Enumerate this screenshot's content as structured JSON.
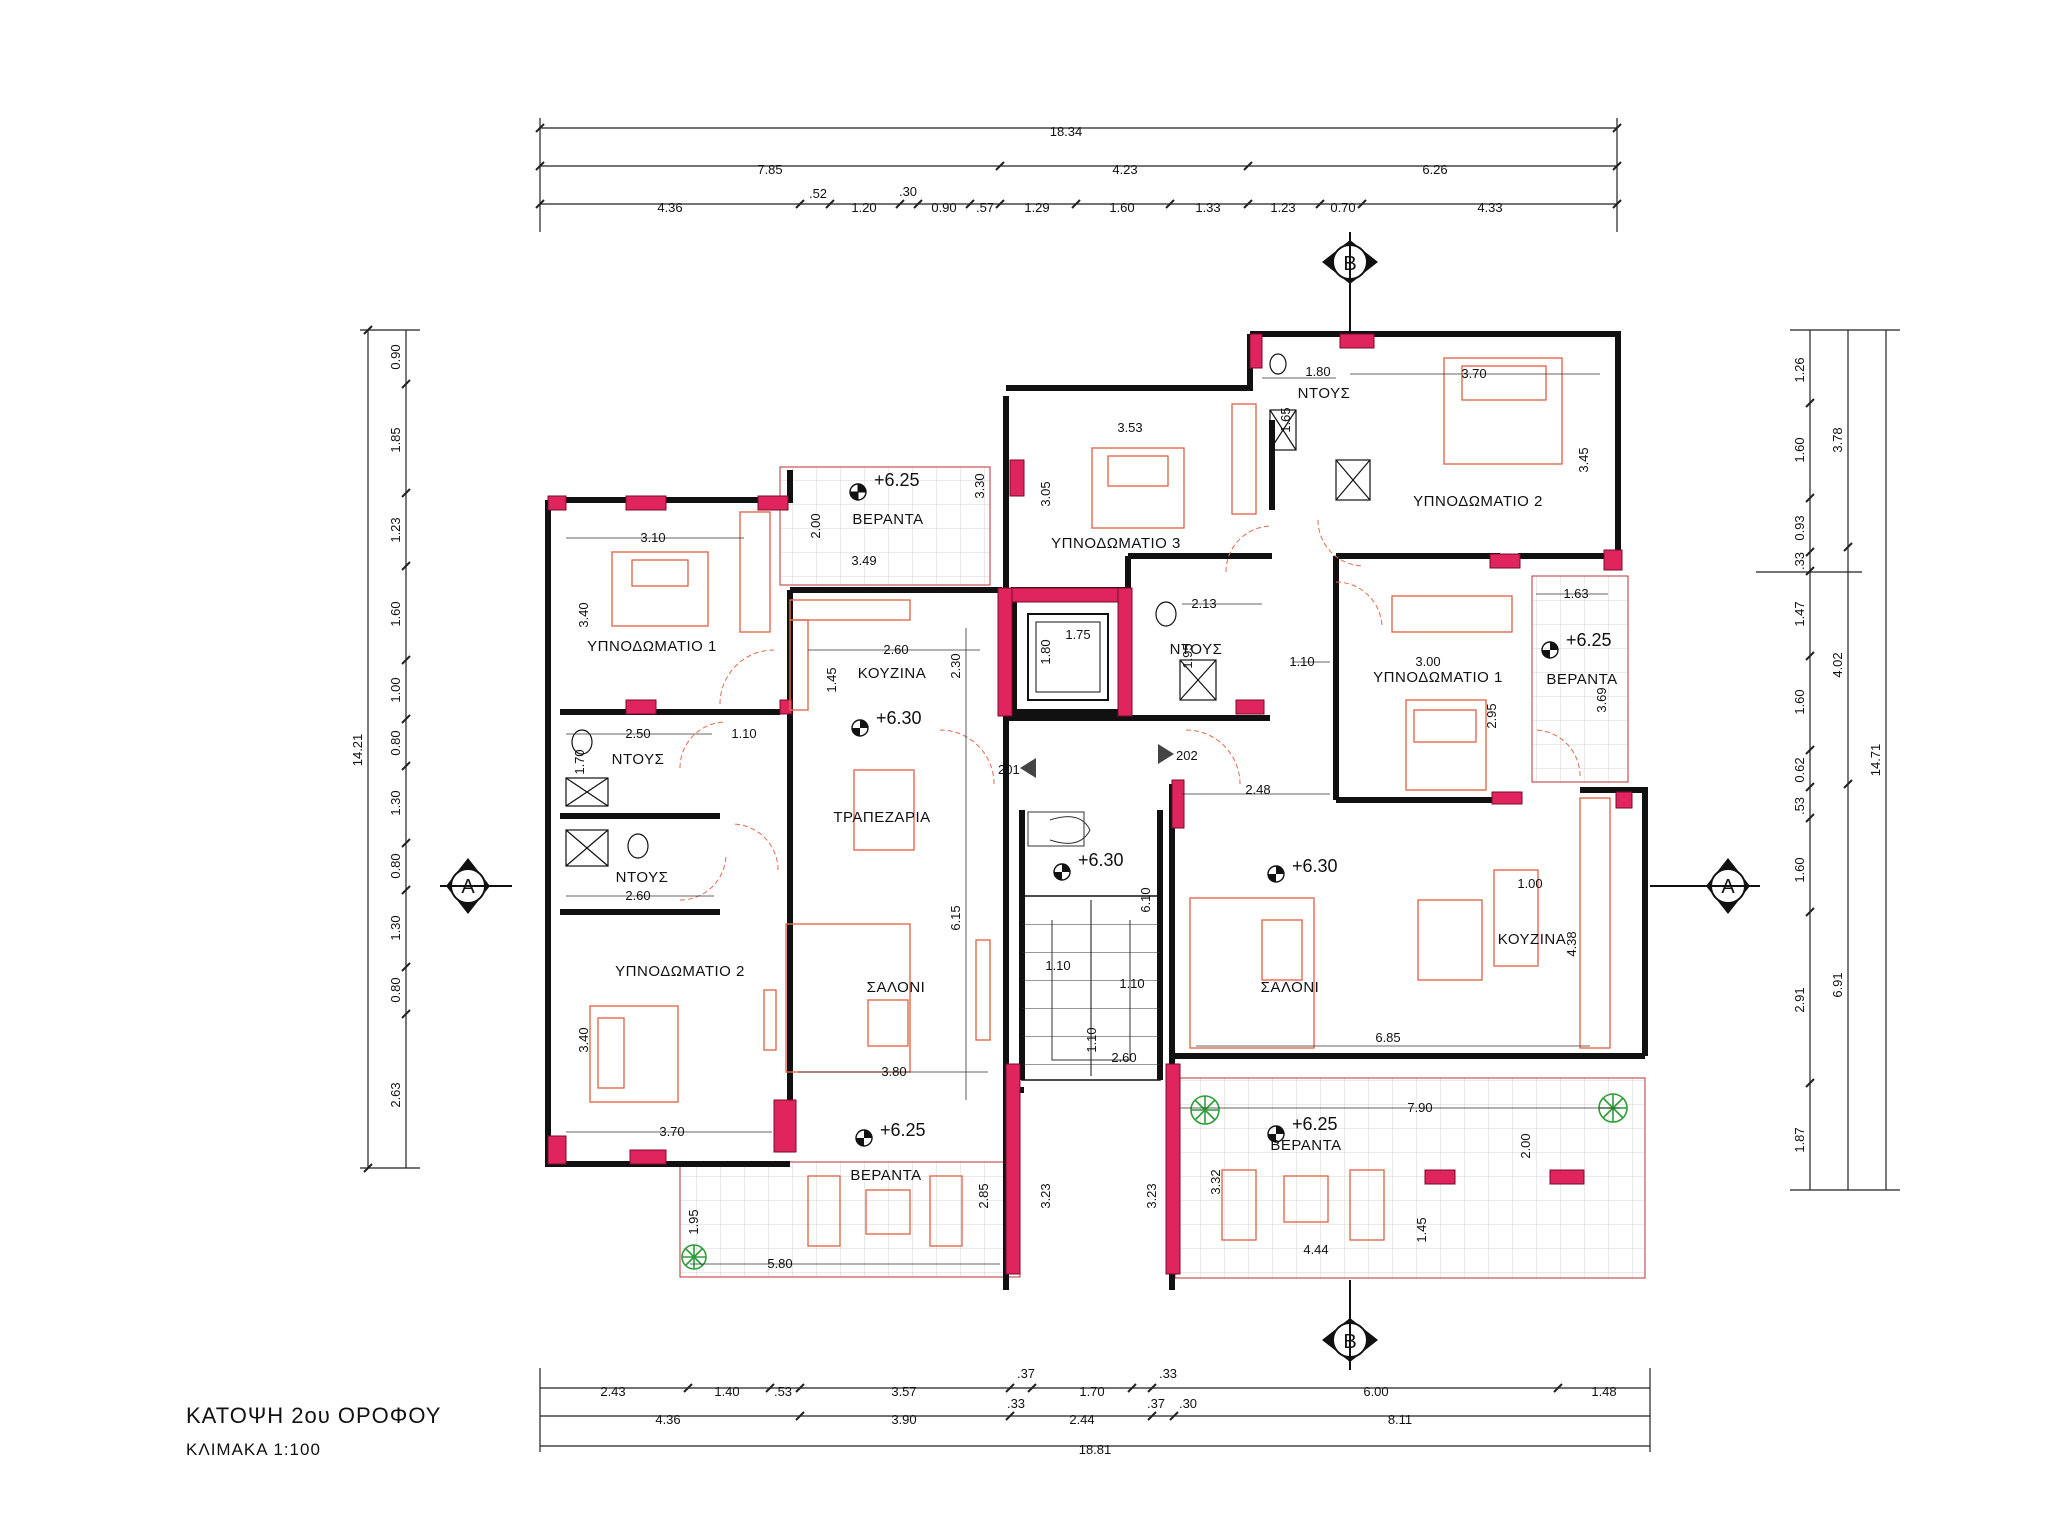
{
  "plan": {
    "title": "ΚΑΤΟΨΗ  2ου ΟΡΟΦΟΥ",
    "scale": "ΚΛΙΜΑΚΑ   1:100"
  },
  "colors": {
    "wall": "#111111",
    "column": "#e0245e",
    "furniture": "#e36a4f",
    "dim_line": "#222222",
    "tree": "#2e9e3a"
  },
  "dimensions": {
    "top_overall": [
      "18.34"
    ],
    "top_row2": [
      "7.85",
      "4.23",
      "6.26"
    ],
    "top_row3": [
      "4.36",
      ".52",
      "1.20",
      ".30",
      "0.90",
      ".57",
      "1.29",
      "1.60",
      "1.33",
      "1.23",
      "0.70",
      "4.33"
    ],
    "left_overall": [
      "14.21"
    ],
    "left_row": [
      "0.90",
      "1.85",
      "1.23",
      "1.60",
      "1.00",
      "0.80",
      "1.30",
      "0.80",
      "1.30",
      "0.80",
      "2.63"
    ],
    "right_overall": [
      "14.71"
    ],
    "right_row2": [
      "3.78",
      "4.02",
      "6.91"
    ],
    "right_row3": [
      "1.26",
      "1.60",
      "0.93",
      ".33",
      "1.47",
      "1.60",
      "0.62",
      ".53",
      "1.60",
      "2.91",
      "1.87"
    ],
    "bottom_row1": [
      "2.43",
      "1.40",
      ".53",
      "3.57",
      ".37",
      "1.70",
      ".33",
      "6.00",
      "1.48"
    ],
    "bottom_row2": [
      "4.36",
      ".33",
      "3.90",
      "2.44",
      ".37",
      ".30",
      "8.11"
    ],
    "bottom_overall": [
      "18.81"
    ],
    "interior": [
      "3.10",
      "3.40",
      "2.50",
      "1.10",
      "1.70",
      "2.60",
      "3.40",
      "3.70",
      "5.80",
      "1.95",
      "3.49",
      "2.00",
      "3.30",
      "2.60",
      "1.45",
      "2.30",
      "3.80",
      "6.15",
      "2.85",
      "3.23",
      "1.75",
      "1.80",
      "3.53",
      "3.05",
      "1.80",
      "1.65",
      "3.70",
      "3.45",
      "2.13",
      "1.95",
      "1.10",
      "3.00",
      "2.95",
      "1.63",
      "3.69",
      "2.48",
      "1.00",
      "4.38",
      "6.85",
      "7.90",
      "2.00",
      "3.32",
      "4.44",
      "1.45",
      "3.23",
      "6.10",
      "1.10",
      "1.10",
      "1.10",
      "2.60"
    ]
  },
  "rooms": [
    {
      "label": "ΥΠΝΟΔΩΜΑΤΙΟ 1"
    },
    {
      "label": "ΝΤΟΥΣ"
    },
    {
      "label": "ΝΤΟΥΣ"
    },
    {
      "label": "ΥΠΝΟΔΩΜΑΤΙΟ 2"
    },
    {
      "label": "ΒΕΡΑΝΤΑ"
    },
    {
      "label": "ΚΟΥΖΙΝΑ"
    },
    {
      "label": "ΤΡΑΠΕΖΑΡΙΑ"
    },
    {
      "label": "ΣΑΛΟΝΙ"
    },
    {
      "label": "ΒΕΡΑΝΤΑ"
    },
    {
      "label": "ΥΠΝΟΔΩΜΑΤΙΟ 3"
    },
    {
      "label": "ΝΤΟΥΣ"
    },
    {
      "label": "ΥΠΝΟΔΩΜΑΤΙΟ 2"
    },
    {
      "label": "ΝΤΟΥΣ"
    },
    {
      "label": "ΥΠΝΟΔΩΜΑΤΙΟ 1"
    },
    {
      "label": "ΒΕΡΑΝΤΑ"
    },
    {
      "label": "ΣΑΛΟΝΙ"
    },
    {
      "label": "ΚΟΥΖΙΝΑ"
    },
    {
      "label": "ΒΕΡΑΝΤΑ"
    }
  ],
  "levels": [
    "+6.25",
    "+6.30",
    "+6.25",
    "+6.30",
    "+6.25",
    "+6.30",
    "+6.25"
  ],
  "apartments": [
    "201",
    "202"
  ],
  "sections": {
    "a_left": "A",
    "a_right": "A",
    "b_top": "B",
    "b_bottom": "B"
  }
}
